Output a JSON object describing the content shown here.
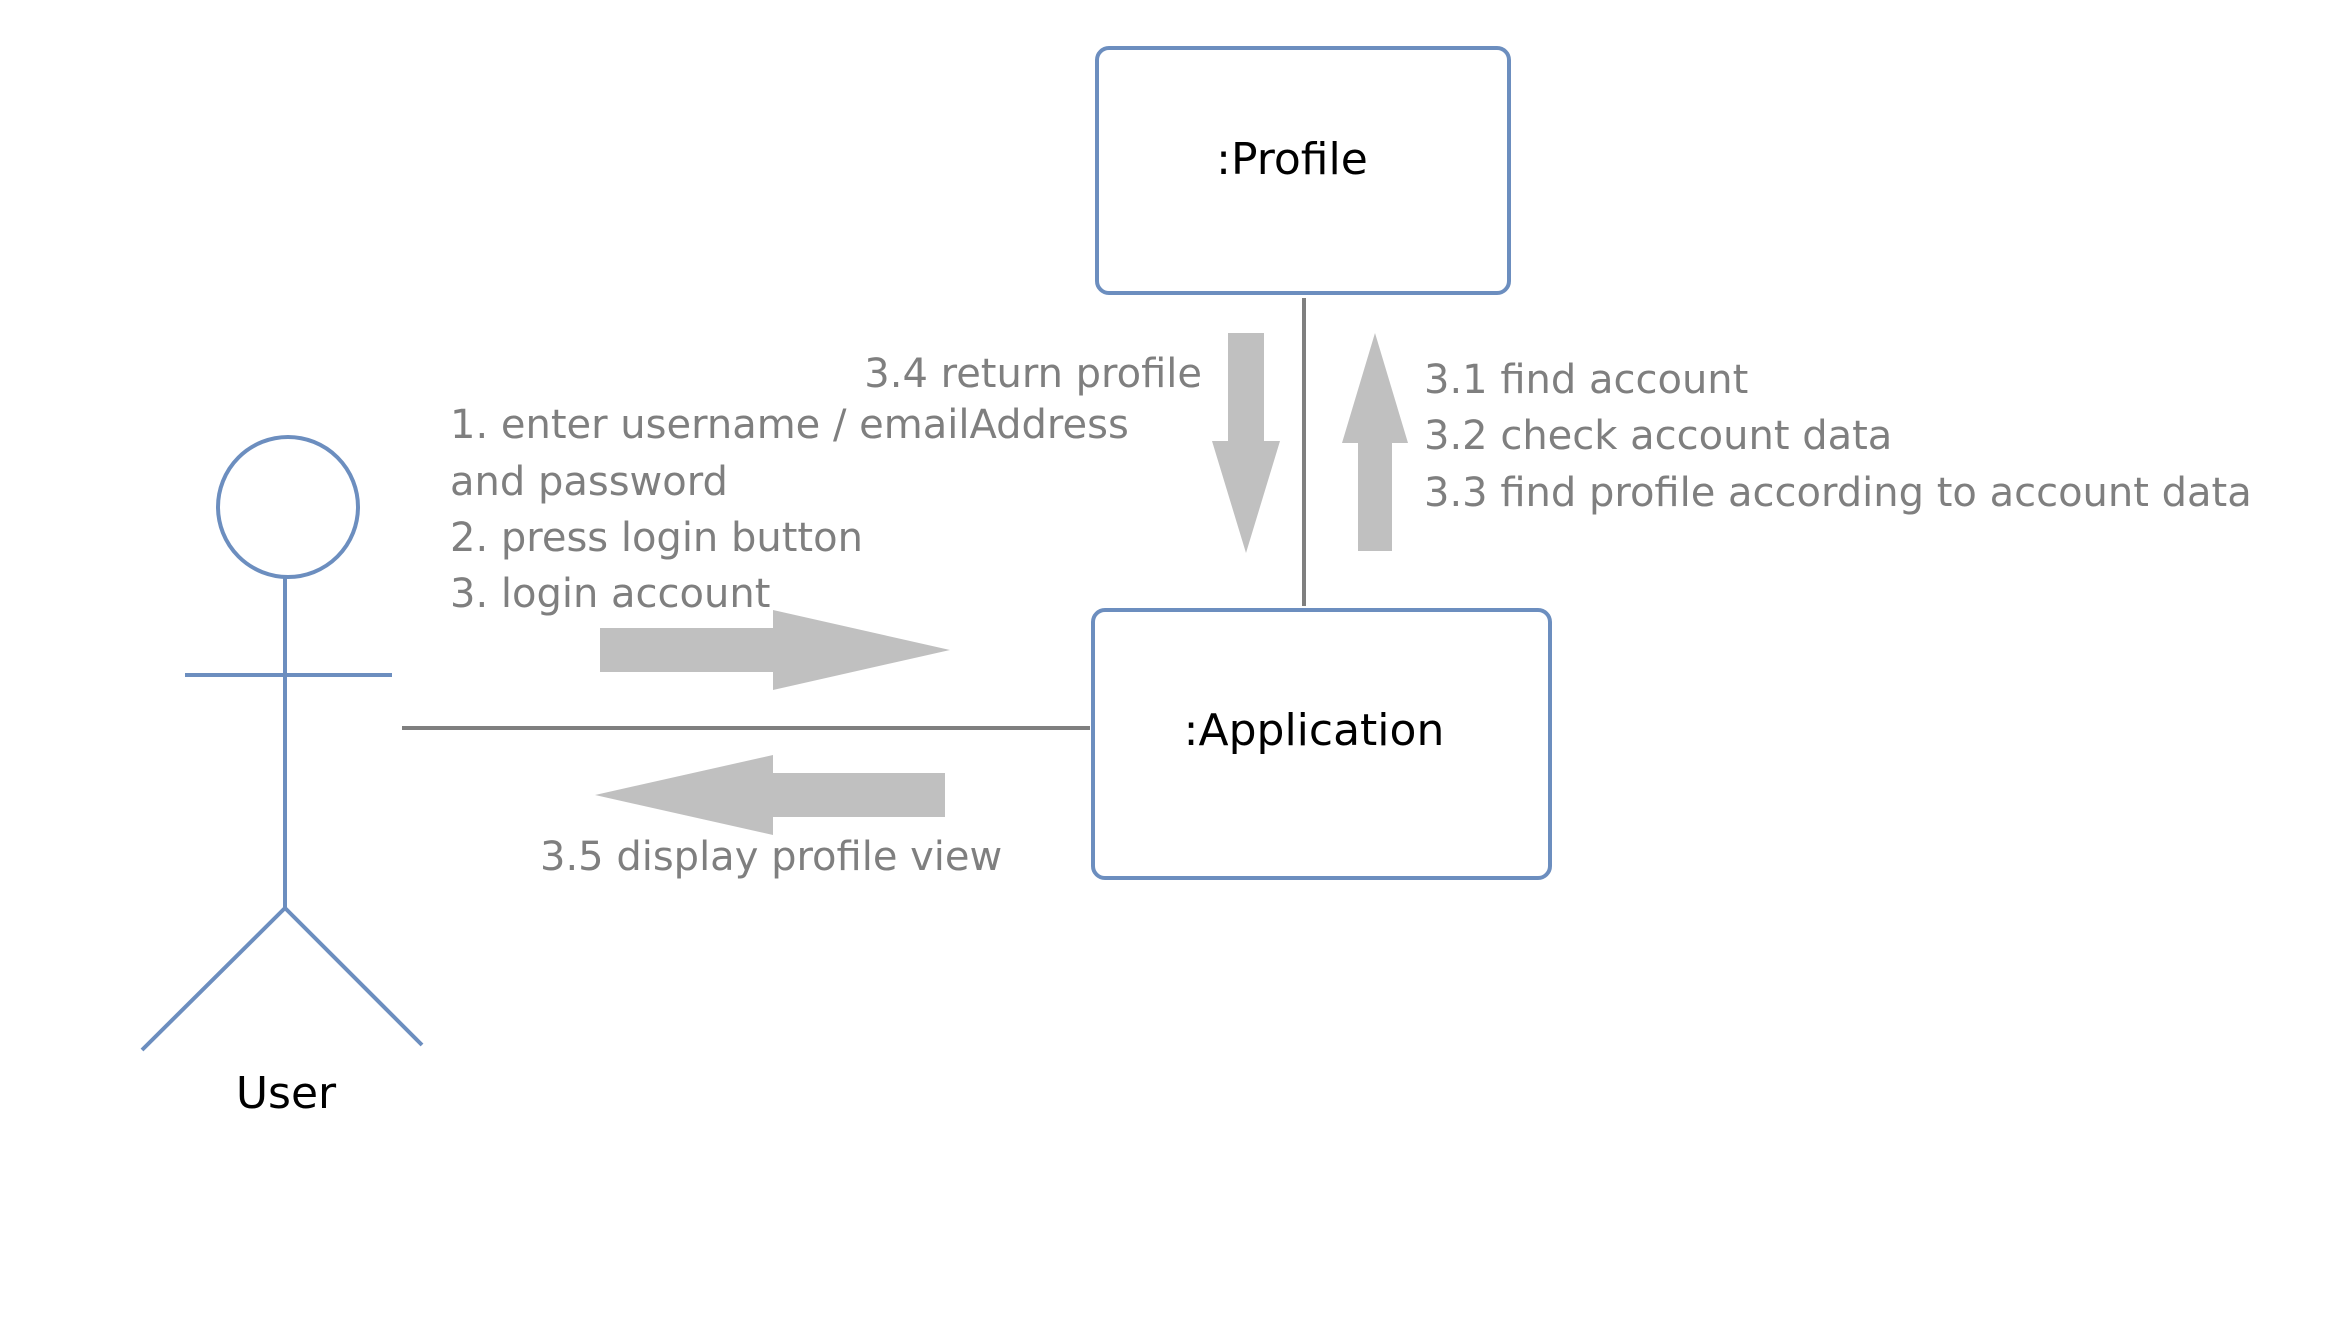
{
  "diagram": {
    "actor": {
      "label": "User"
    },
    "objects": {
      "profile": {
        "label": ":Profile"
      },
      "application": {
        "label": ":Application"
      }
    },
    "messages": {
      "user_to_app": [
        "1. enter username / emailAddress",
        "and password",
        "2. press login button",
        "3. login account"
      ],
      "app_to_user": "3.5 display profile view",
      "profile_to_app": "3.4 return profile",
      "app_to_profile": [
        "3.1 find account",
        "3.2 check account data",
        "3.3 find profile according to account data"
      ]
    }
  },
  "colors": {
    "shape_stroke": "#6c8ebf",
    "link_line": "#7f7f7f",
    "arrow_fill": "#c0c0c0",
    "message_text": "#7f7f7f",
    "label_text": "#000000"
  }
}
